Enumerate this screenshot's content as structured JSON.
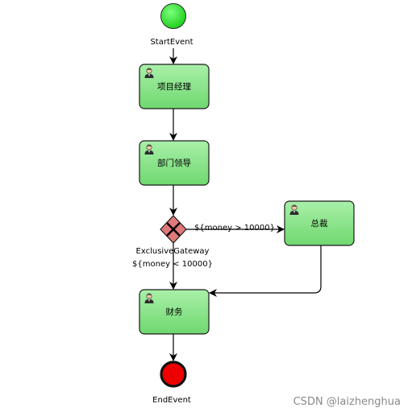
{
  "events": {
    "start": {
      "label": "StartEvent",
      "color": "#22dd22"
    },
    "end": {
      "label": "EndEvent",
      "color": "#ee0000"
    }
  },
  "tasks": {
    "project_manager": {
      "label": "项目经理",
      "icon": "user-icon"
    },
    "dept_leader": {
      "label": "部门领导",
      "icon": "user-icon"
    },
    "president": {
      "label": "总裁",
      "icon": "user-icon"
    },
    "finance": {
      "label": "财务",
      "icon": "user-icon"
    }
  },
  "gateway": {
    "label": "ExclusiveGateway",
    "color": "#e07a7a"
  },
  "conditions": {
    "high": "${money > 10000}",
    "low": "${money < 10000}"
  },
  "colors": {
    "task_fill": "#88e288",
    "task_border": "#1a1a1a"
  },
  "watermark": "CSDN @laizhenghua"
}
